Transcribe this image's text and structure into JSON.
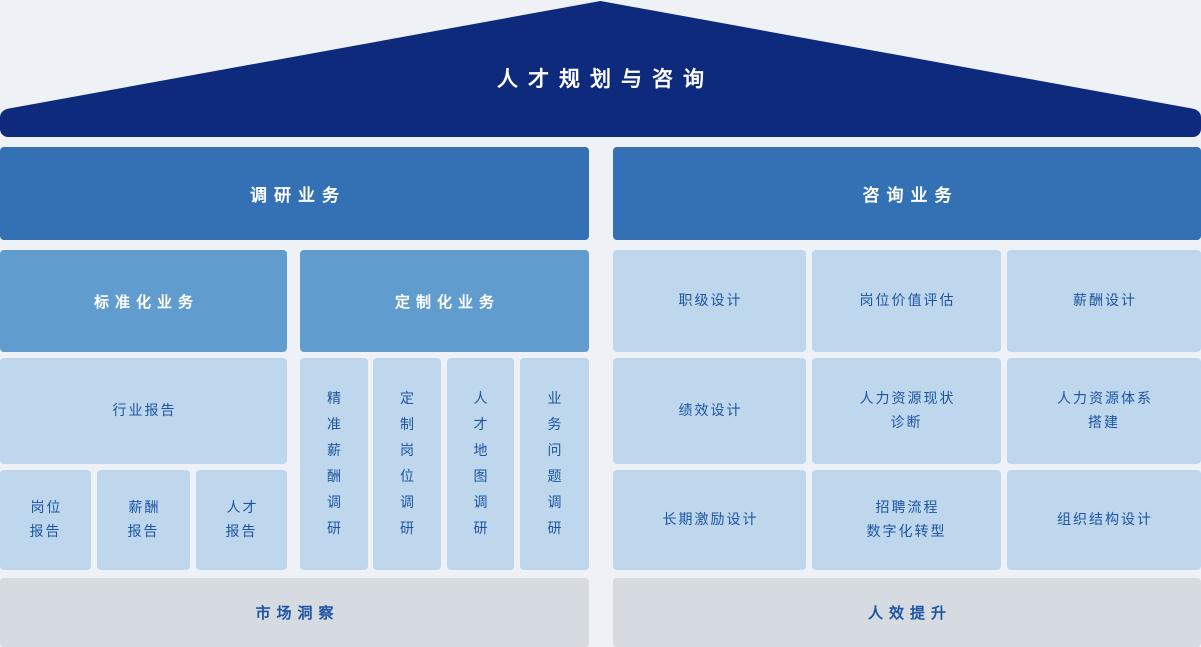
{
  "title": "人才规划与咨询",
  "colors": {
    "background": "#eef2f7",
    "roof": "#0d2a7d",
    "header": "#3370b4",
    "subheader": "#619cce",
    "cell": "#bed7ec",
    "cell_text": "#1d55a3",
    "footer": "#d6dbe2"
  },
  "left": {
    "header": "调研业务",
    "standard": {
      "title": "标准化业务",
      "industry_report": "行业报告",
      "reports": [
        "岗位\n报告",
        "薪酬\n报告",
        "人才\n报告"
      ]
    },
    "custom": {
      "title": "定制化业务",
      "items": [
        "精准薪酬调研",
        "定制岗位调研",
        "人才地图调研",
        "业务问题调研"
      ]
    },
    "footer": "市场洞察"
  },
  "right": {
    "header": "咨询业务",
    "cells": [
      [
        "职级设计",
        "岗位价值评估",
        "薪酬设计"
      ],
      [
        "绩效设计",
        "人力资源现状\n诊断",
        "人力资源体系\n搭建"
      ],
      [
        "长期激励设计",
        "招聘流程\n数字化转型",
        "组织结构设计"
      ]
    ],
    "footer": "人效提升"
  }
}
